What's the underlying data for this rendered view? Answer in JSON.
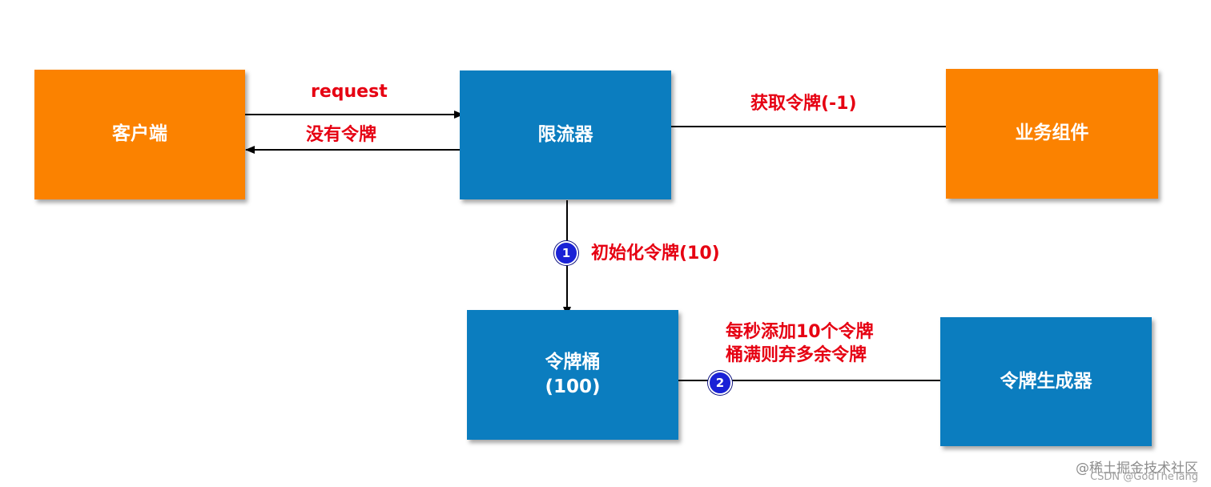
{
  "nodes": {
    "client": "客户端",
    "limiter": "限流器",
    "business": "业务组件",
    "bucket_line1": "令牌桶",
    "bucket_line2": "(100)",
    "generator": "令牌生成器"
  },
  "edges": {
    "request": "request",
    "no_token": "没有令牌",
    "get_token": "获取令牌(-1)",
    "init_token": "初始化令牌(10)",
    "add_line1": "每秒添加10个令牌",
    "add_line2": "桶满则弃多余令牌"
  },
  "badges": {
    "one": "1",
    "two": "2"
  },
  "watermark": {
    "line1": "@稀土掘金技术社区",
    "line2": "CSDN @GodTheTang"
  },
  "colors": {
    "orange": "#fb8200",
    "blue": "#0b7dbf",
    "label_red": "#e60012",
    "badge_blue": "#1a22d6"
  }
}
